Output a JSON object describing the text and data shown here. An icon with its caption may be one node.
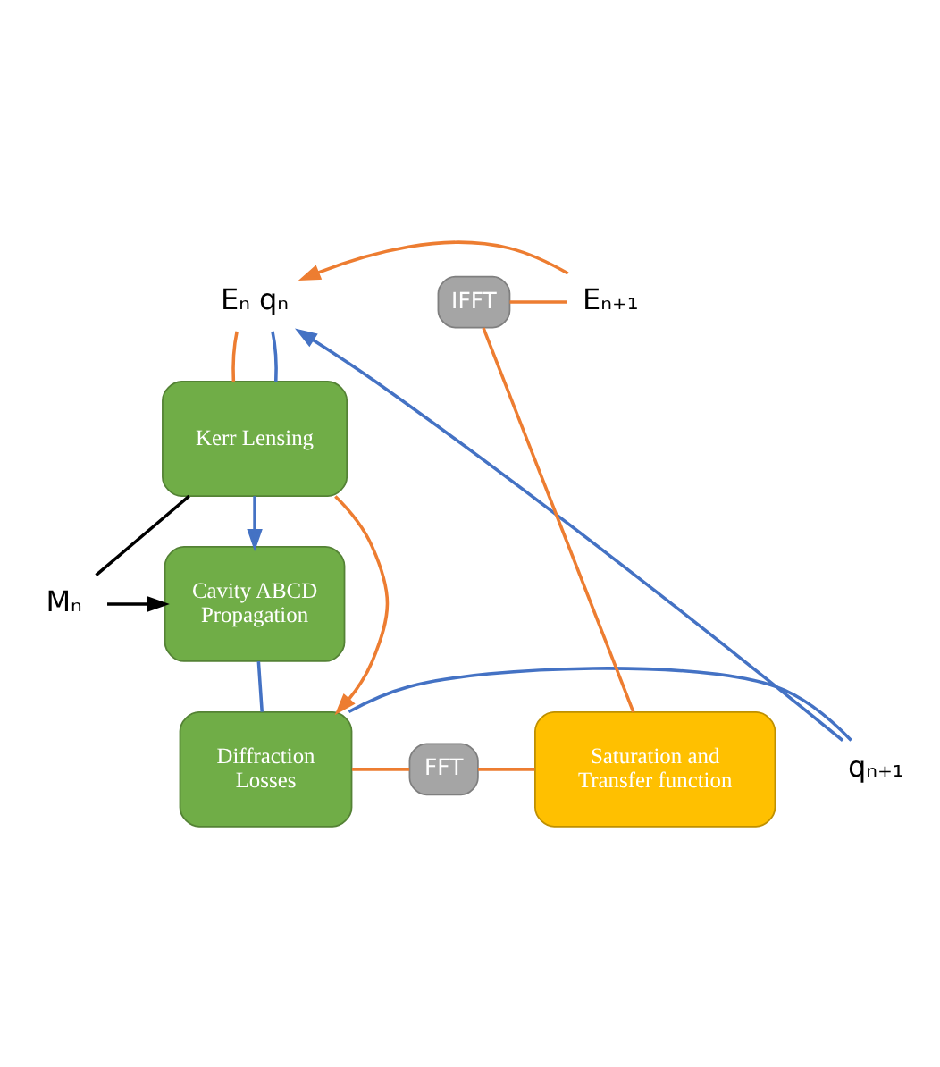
{
  "diagram": {
    "nodes": [
      {
        "text": [
          "Eₙ qₙ"
        ]
      },
      {
        "text": [
          "Kerr Lensing"
        ]
      },
      {
        "text": [
          "Mₙ"
        ]
      },
      {
        "text": [
          "Cavity ABCD Propagation"
        ]
      },
      {
        "text": [
          "Diffraction Losses"
        ]
      },
      {
        "text": [
          "qₙ₊₁"
        ]
      },
      {
        "text": [
          "FFT"
        ]
      },
      {
        "text": [
          "Saturation and Transfer function"
        ]
      },
      {
        "text": [
          "IFFT"
        ]
      },
      {
        "text": [
          "Eₙ₊₁"
        ]
      }
    ],
    "edges": [
      {
        "from": 0,
        "to": 1,
        "arrow": "none"
      },
      {
        "from": 0,
        "to": 1,
        "arrow": "none",
        "color": "#4472c4"
      },
      {
        "from": 1,
        "to": 4,
        "arrow": "to"
      },
      {
        "from": 1,
        "to": 3,
        "arrow": "to",
        "color": "#4472c4"
      },
      {
        "from": 3,
        "to": 4,
        "arrow": "none",
        "color": "#4472c4"
      },
      {
        "from": 1,
        "to": 2,
        "arrow": "none",
        "color": "#000000"
      },
      {
        "from": 2,
        "to": 3,
        "arrow": "to",
        "color": "#000000"
      },
      {
        "from": 4,
        "to": 5,
        "arrow": "none",
        "color": "#4472c4"
      },
      {
        "from": 5,
        "to": 0,
        "arrow": "to",
        "color": "#4472c4"
      },
      {
        "from": 4,
        "to": 6,
        "arrow": "none"
      },
      {
        "from": 6,
        "to": 7,
        "arrow": "none"
      },
      {
        "from": 7,
        "to": 8,
        "arrow": "none"
      },
      {
        "from": 8,
        "to": 9,
        "arrow": "none"
      },
      {
        "from": 9,
        "to": 0,
        "arrow": "to"
      }
    ]
  }
}
